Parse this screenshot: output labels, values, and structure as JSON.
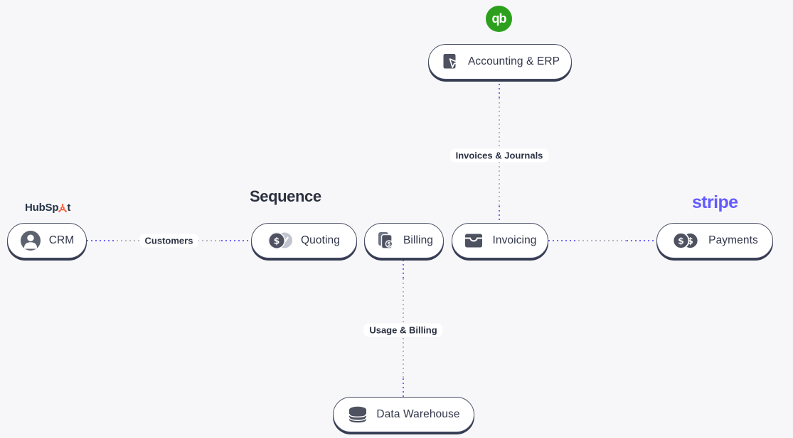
{
  "colors": {
    "accent": "#6f68f4",
    "dot_gray": "#b6b6c1",
    "outline": "#353b51",
    "qb_green": "#2ca01c",
    "hubspot_orange": "#ff5c35",
    "stripe_purple": "#635bff"
  },
  "logos": {
    "quickbooks": {
      "text": "qb"
    },
    "hubspot": {
      "prefix": "HubSp",
      "suffix": "t"
    },
    "stripe": {
      "text": "stripe"
    },
    "sequence": {
      "text": "Sequence"
    }
  },
  "nodes": {
    "accounting": {
      "label": "Accounting & ERP"
    },
    "crm": {
      "label": "CRM"
    },
    "quoting": {
      "label": "Quoting"
    },
    "billing": {
      "label": "Billing"
    },
    "invoicing": {
      "label": "Invoicing"
    },
    "payments": {
      "label": "Payments"
    },
    "warehouse": {
      "label": "Data Warehouse"
    }
  },
  "connectors": {
    "invoices_journals": {
      "label": "Invoices & Journals"
    },
    "customers": {
      "label": "Customers"
    },
    "usage_billing": {
      "label": "Usage & Billing"
    }
  },
  "icons": {
    "dollar": "$"
  }
}
